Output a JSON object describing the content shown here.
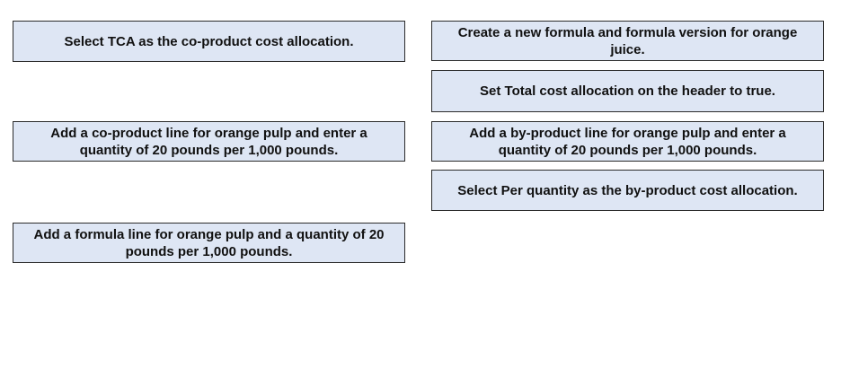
{
  "left_column": {
    "items": [
      {
        "text": "Select TCA as the co-product cost allocation."
      },
      {
        "text": "Add a co-product line for orange pulp and enter a quantity of 20 pounds per 1,000 pounds."
      },
      {
        "text": "Add a formula line for orange pulp and a quantity of 20 pounds per 1,000 pounds."
      }
    ]
  },
  "right_column": {
    "items": [
      {
        "text": "Create a new formula and formula version for orange juice."
      },
      {
        "text": "Set Total cost allocation on the header to true."
      },
      {
        "text": "Add a by-product line for orange pulp and enter a quantity of 20 pounds per 1,000 pounds."
      },
      {
        "text": "Select Per quantity as the by-product cost allocation."
      }
    ]
  },
  "colors": {
    "item_fill": "#dee6f4",
    "item_border": "#2b2b2b",
    "text": "#111111"
  }
}
